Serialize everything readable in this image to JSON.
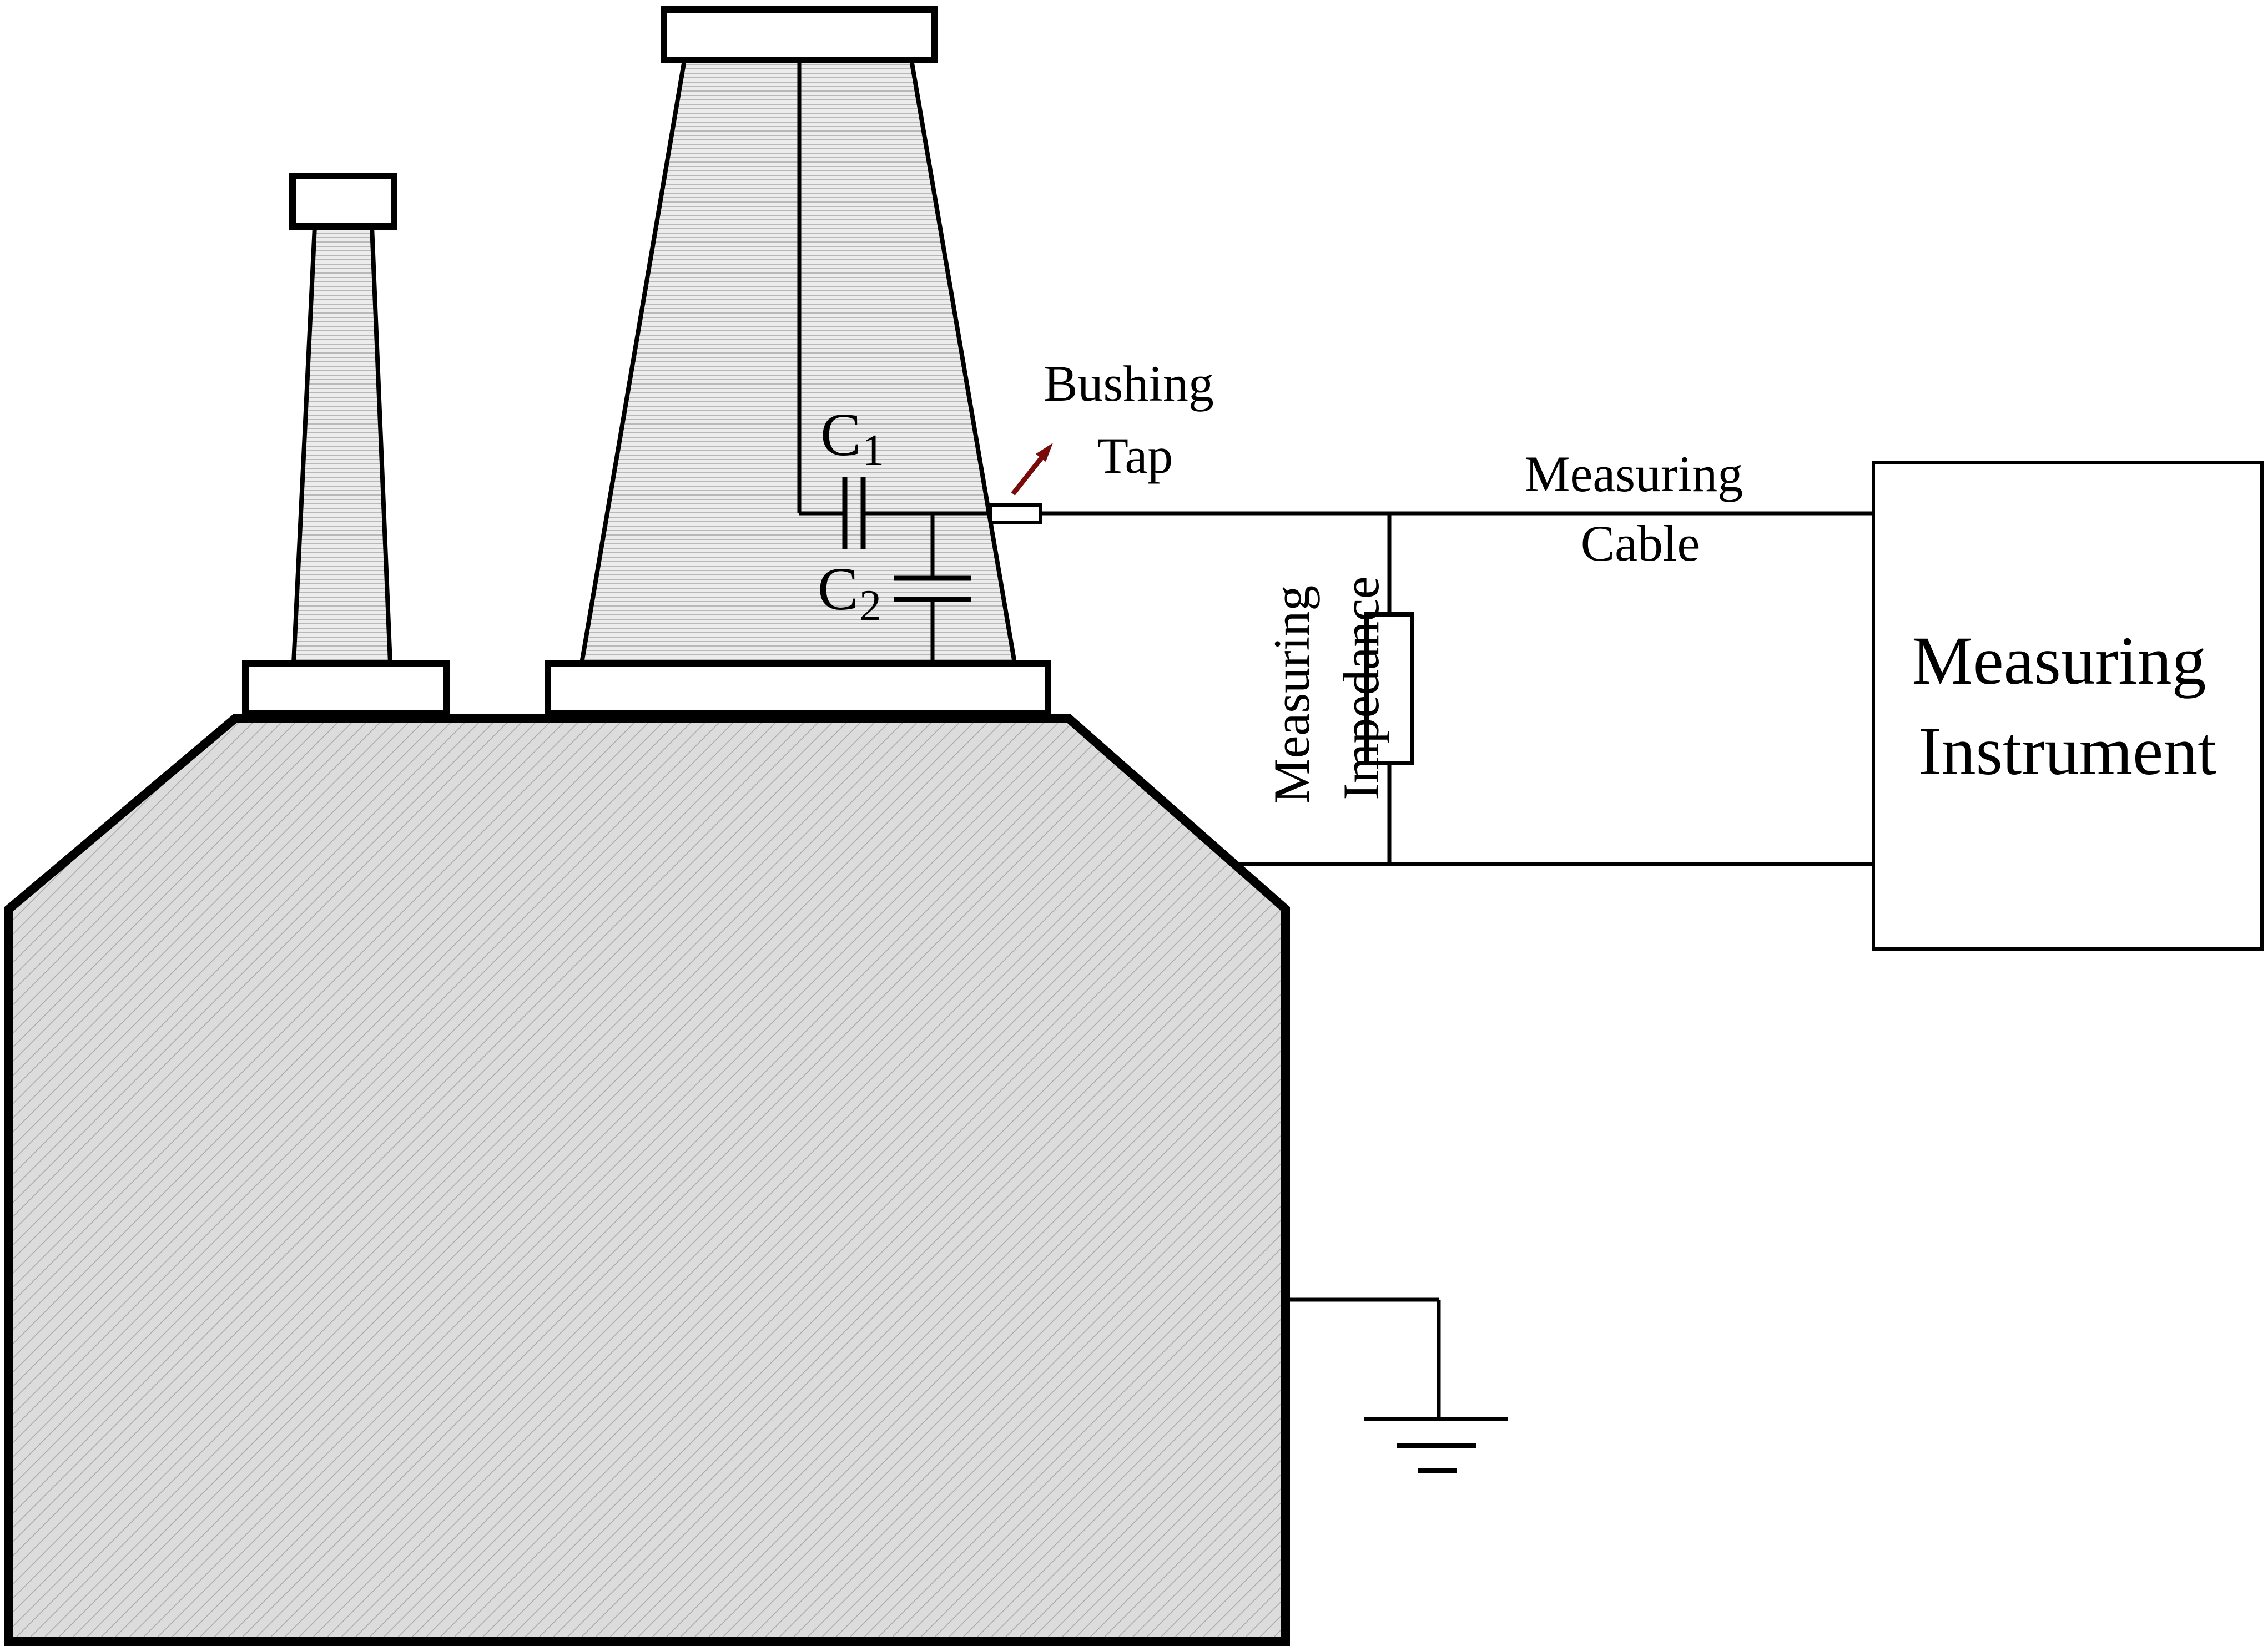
{
  "labels": {
    "bushing_tap": [
      "Bushing",
      "Tap"
    ],
    "c1": {
      "letter": "C",
      "subscript": "1"
    },
    "c2": {
      "letter": "C",
      "subscript": "2"
    },
    "measuring_cable": [
      "Measuring",
      "Cable"
    ],
    "measuring_impedance": [
      "Measuring",
      "Impedance"
    ],
    "measuring_instrument": [
      "Measuring",
      "Instrument"
    ]
  },
  "colors": {
    "stroke": "#000000",
    "tank_fill": "#dcdcdc",
    "bushing_fill": "#e6e6e6",
    "arrow": "#7a0b0b",
    "background": "#ffffff"
  }
}
